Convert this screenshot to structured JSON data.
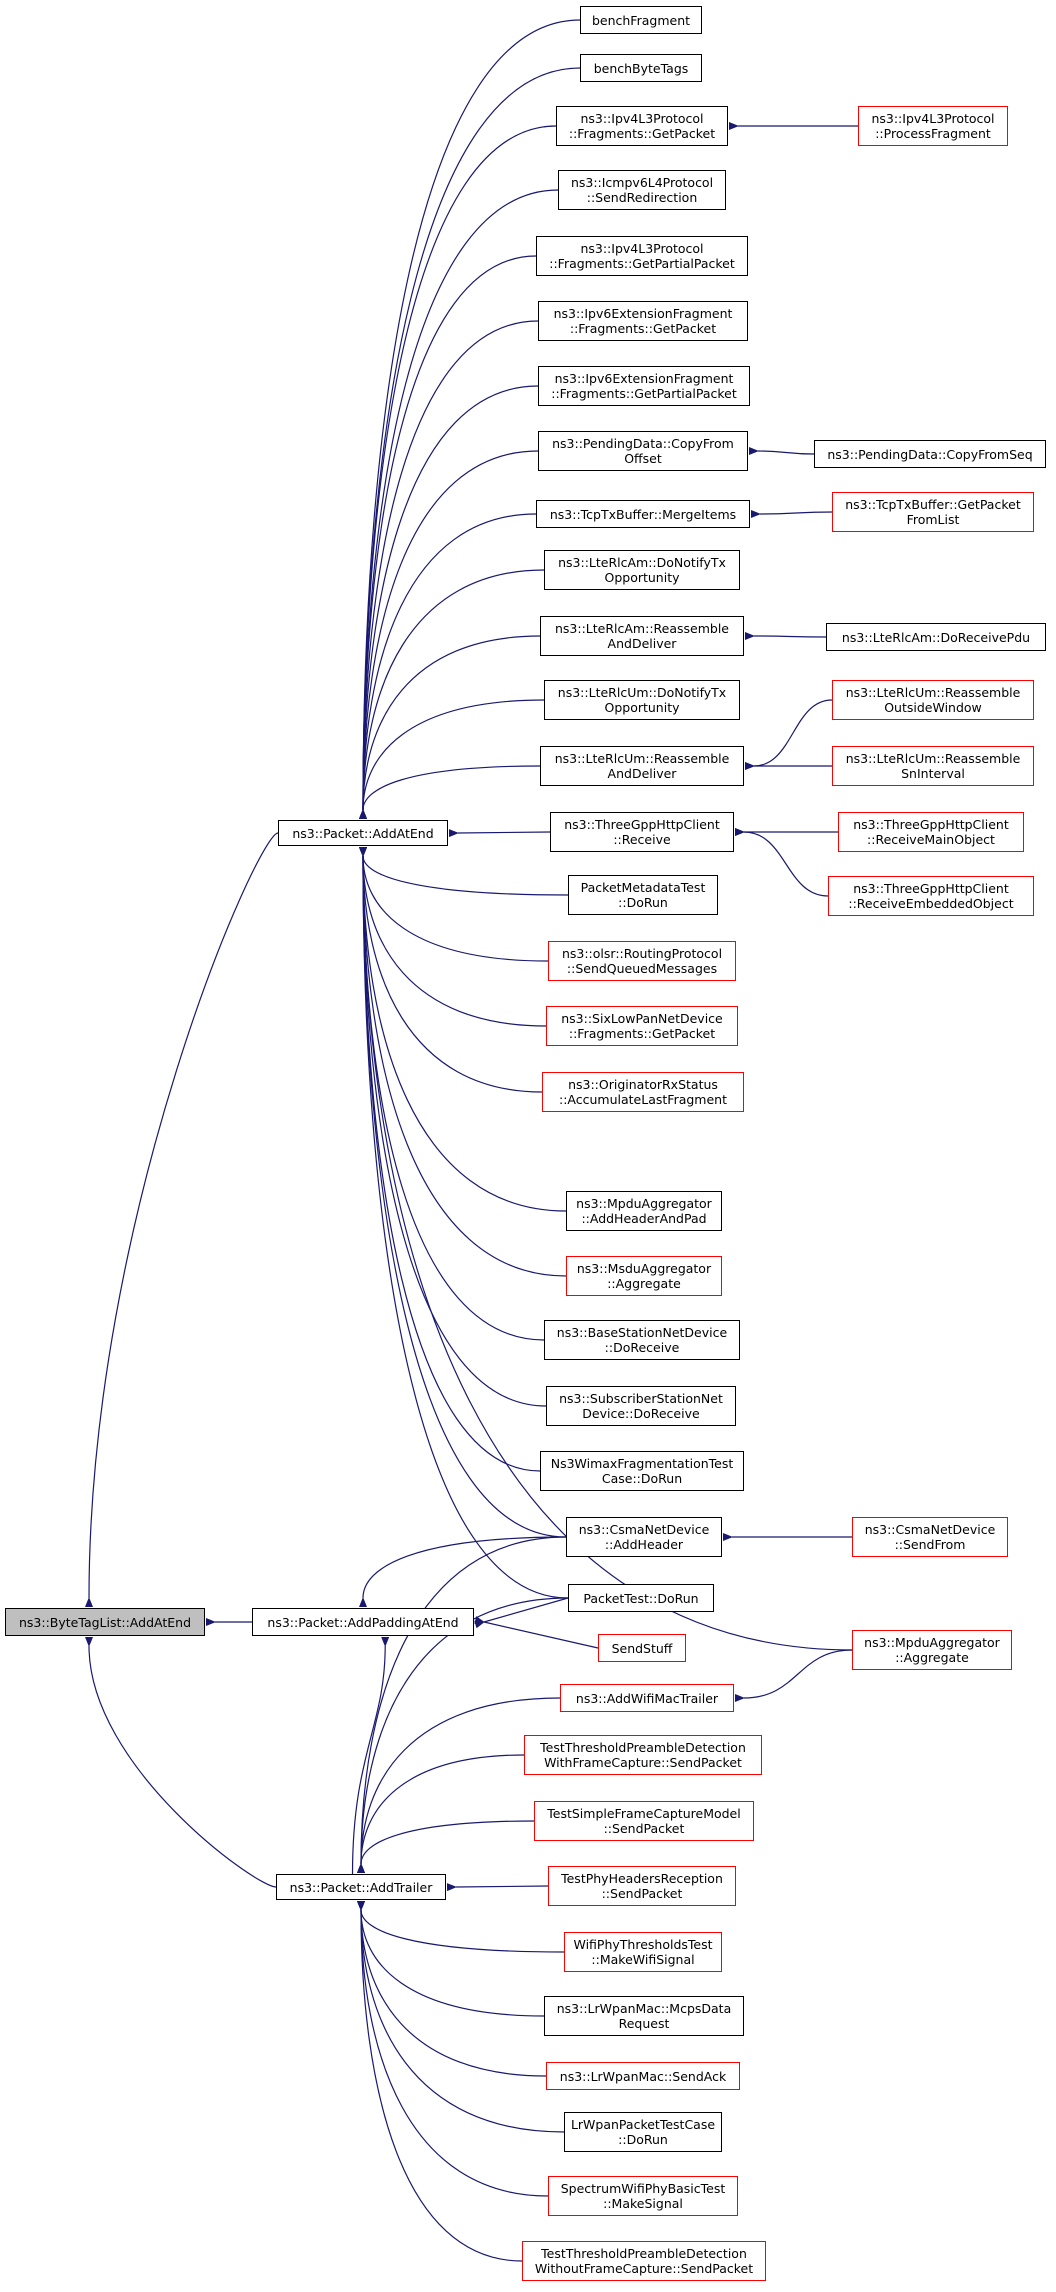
{
  "colors": {
    "edge": "#191970",
    "border": "#000000",
    "border_link_missing": "#ff0000",
    "root_fill": "#bfbfbf"
  },
  "nodes": [
    {
      "id": "root",
      "lines": [
        "ns3::ByteTagList::AddAtEnd"
      ],
      "style": "root"
    },
    {
      "id": "n_addatend",
      "lines": [
        "ns3::Packet::AddAtEnd"
      ],
      "style": "black"
    },
    {
      "id": "n_addpadding",
      "lines": [
        "ns3::Packet::AddPaddingAtEnd"
      ],
      "style": "black"
    },
    {
      "id": "n_addtrailer",
      "lines": [
        "ns3::Packet::AddTrailer"
      ],
      "style": "black"
    },
    {
      "id": "n_benchfrag",
      "lines": [
        "benchFragment"
      ],
      "style": "black"
    },
    {
      "id": "n_benchbyte",
      "lines": [
        "benchByteTags"
      ],
      "style": "black"
    },
    {
      "id": "n_ipv4getpacket",
      "lines": [
        "ns3::Ipv4L3Protocol",
        "::Fragments::GetPacket"
      ],
      "style": "black"
    },
    {
      "id": "n_icmpv6",
      "lines": [
        "ns3::Icmpv6L4Protocol",
        "::SendRedirection"
      ],
      "style": "black"
    },
    {
      "id": "n_ipv4partial",
      "lines": [
        "ns3::Ipv4L3Protocol",
        "::Fragments::GetPartialPacket"
      ],
      "style": "black"
    },
    {
      "id": "n_ipv6frag",
      "lines": [
        "ns3::Ipv6ExtensionFragment",
        "::Fragments::GetPacket"
      ],
      "style": "black"
    },
    {
      "id": "n_ipv6partial",
      "lines": [
        "ns3::Ipv6ExtensionFragment",
        "::Fragments::GetPartialPacket"
      ],
      "style": "black"
    },
    {
      "id": "n_pendingcopy",
      "lines": [
        "ns3::PendingData::CopyFrom",
        "Offset"
      ],
      "style": "black"
    },
    {
      "id": "n_tcpmerge",
      "lines": [
        "ns3::TcpTxBuffer::MergeItems"
      ],
      "style": "black"
    },
    {
      "id": "n_amnotify",
      "lines": [
        "ns3::LteRlcAm::DoNotifyTx",
        "Opportunity"
      ],
      "style": "black"
    },
    {
      "id": "n_amreassemble",
      "lines": [
        "ns3::LteRlcAm::Reassemble",
        "AndDeliver"
      ],
      "style": "black"
    },
    {
      "id": "n_umnotify",
      "lines": [
        "ns3::LteRlcUm::DoNotifyTx",
        "Opportunity"
      ],
      "style": "black"
    },
    {
      "id": "n_umreassemble",
      "lines": [
        "ns3::LteRlcUm::Reassemble",
        "AndDeliver"
      ],
      "style": "black"
    },
    {
      "id": "n_httpreceive",
      "lines": [
        "ns3::ThreeGppHttpClient",
        "::Receive"
      ],
      "style": "black"
    },
    {
      "id": "n_pktmeta",
      "lines": [
        "PacketMetadataTest",
        "::DoRun"
      ],
      "style": "black"
    },
    {
      "id": "n_olsr",
      "lines": [
        "ns3::olsr::RoutingProtocol",
        "::SendQueuedMessages"
      ],
      "style": "red"
    },
    {
      "id": "n_sixlowpan",
      "lines": [
        "ns3::SixLowPanNetDevice",
        "::Fragments::GetPacket"
      ],
      "style": "red"
    },
    {
      "id": "n_originator",
      "lines": [
        "ns3::OriginatorRxStatus",
        "::AccumulateLastFragment"
      ],
      "style": "red"
    },
    {
      "id": "n_mpduaddheader",
      "lines": [
        "ns3::MpduAggregator",
        "::AddHeaderAndPad"
      ],
      "style": "black"
    },
    {
      "id": "n_msdu",
      "lines": [
        "ns3::MsduAggregator",
        "::Aggregate"
      ],
      "style": "red"
    },
    {
      "id": "n_basestation",
      "lines": [
        "ns3::BaseStationNetDevice",
        "::DoReceive"
      ],
      "style": "black"
    },
    {
      "id": "n_subscriber",
      "lines": [
        "ns3::SubscriberStationNet",
        "Device::DoReceive"
      ],
      "style": "black"
    },
    {
      "id": "n_wimaxfrag",
      "lines": [
        "Ns3WimaxFragmentationTest",
        "Case::DoRun"
      ],
      "style": "black"
    },
    {
      "id": "n_csmaaddheader",
      "lines": [
        "ns3::CsmaNetDevice",
        "::AddHeader"
      ],
      "style": "black"
    },
    {
      "id": "n_packettest",
      "lines": [
        "PacketTest::DoRun"
      ],
      "style": "black"
    },
    {
      "id": "n_sendstuff",
      "lines": [
        "SendStuff"
      ],
      "style": "red"
    },
    {
      "id": "n_addwifitrailer",
      "lines": [
        "ns3::AddWifiMacTrailer"
      ],
      "style": "red"
    },
    {
      "id": "n_threshfc",
      "lines": [
        "TestThresholdPreambleDetection",
        "WithFrameCapture::SendPacket"
      ],
      "style": "red"
    },
    {
      "id": "n_simplefc",
      "lines": [
        "TestSimpleFrameCaptureModel",
        "::SendPacket"
      ],
      "style": "red"
    },
    {
      "id": "n_phyheaders",
      "lines": [
        "TestPhyHeadersReception",
        "::SendPacket"
      ],
      "style": "red"
    },
    {
      "id": "n_wifithresh",
      "lines": [
        "WifiPhyThresholdsTest",
        "::MakeWifiSignal"
      ],
      "style": "red"
    },
    {
      "id": "n_mcps",
      "lines": [
        "ns3::LrWpanMac::McpsData",
        "Request"
      ],
      "style": "black"
    },
    {
      "id": "n_sendack",
      "lines": [
        "ns3::LrWpanMac::SendAck"
      ],
      "style": "red"
    },
    {
      "id": "n_lrwpantest",
      "lines": [
        "LrWpanPacketTestCase",
        "::DoRun"
      ],
      "style": "black"
    },
    {
      "id": "n_spectrum",
      "lines": [
        "SpectrumWifiPhyBasicTest",
        "::MakeSignal"
      ],
      "style": "red"
    },
    {
      "id": "n_threshnofc",
      "lines": [
        "TestThresholdPreambleDetection",
        "WithoutFrameCapture::SendPacket"
      ],
      "style": "red"
    },
    {
      "id": "n_processfrag",
      "lines": [
        "ns3::Ipv4L3Protocol",
        "::ProcessFragment"
      ],
      "style": "red"
    },
    {
      "id": "n_copyfromseq",
      "lines": [
        "ns3::PendingData::CopyFromSeq"
      ],
      "style": "black"
    },
    {
      "id": "n_tcpgetpacket",
      "lines": [
        "ns3::TcpTxBuffer::GetPacket",
        "FromList"
      ],
      "style": "red"
    },
    {
      "id": "n_amreceivepdu",
      "lines": [
        "ns3::LteRlcAm::DoReceivePdu"
      ],
      "style": "black"
    },
    {
      "id": "n_umoutside",
      "lines": [
        "ns3::LteRlcUm::Reassemble",
        "OutsideWindow"
      ],
      "style": "red"
    },
    {
      "id": "n_umsninterval",
      "lines": [
        "ns3::LteRlcUm::Reassemble",
        "SnInterval"
      ],
      "style": "red"
    },
    {
      "id": "n_httpmain",
      "lines": [
        "ns3::ThreeGppHttpClient",
        "::ReceiveMainObject"
      ],
      "style": "red"
    },
    {
      "id": "n_httpembedded",
      "lines": [
        "ns3::ThreeGppHttpClient",
        "::ReceiveEmbeddedObject"
      ],
      "style": "red"
    },
    {
      "id": "n_csmasendfrom",
      "lines": [
        "ns3::CsmaNetDevice",
        "::SendFrom"
      ],
      "style": "red"
    },
    {
      "id": "n_mpduaggregate",
      "lines": [
        "ns3::MpduAggregator",
        "::Aggregate"
      ],
      "style": "red"
    }
  ]
}
